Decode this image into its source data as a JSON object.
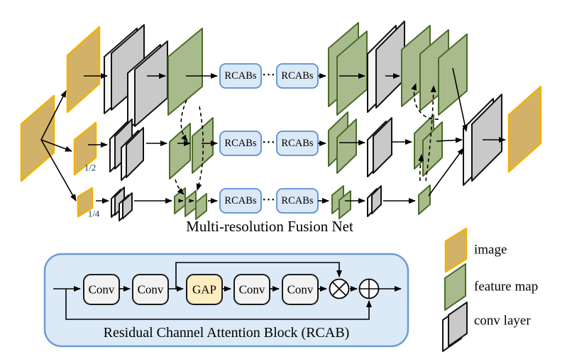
{
  "figure": {
    "net_title": "Multi-resolution Fusion Net",
    "scale_half": "1/2",
    "scale_quarter": "1/4",
    "rcabs_label": "RCABs",
    "dots": "···"
  },
  "rcab_block": {
    "conv_label": "Conv",
    "gap_label": "GAP",
    "caption": "Residual Channel Attention Block (RCAB)"
  },
  "legend": {
    "image_label": "image",
    "feature_map_label": "feature map",
    "conv_layer_label": "conv layer"
  },
  "colors": {
    "image_fill": "#d2b269",
    "image_border": "#f2b200",
    "feature_map_fill": "#a9bb8c",
    "feature_map_border": "#4a6b2a",
    "conv_layer_fill": "#c9c9c9",
    "conv_layer_side": "#f5f5f5",
    "outline": "#111111",
    "rcabs_fill": "#dbe8f6",
    "rcabs_border": "#5b8fd0",
    "rcab_block_fill": "#dce9f7",
    "rcab_block_border": "#6b9bd2",
    "gap_fill": "#fdeec2",
    "conv_box_fill": "#f2f2f2",
    "scale_label_color": "#17375e"
  }
}
